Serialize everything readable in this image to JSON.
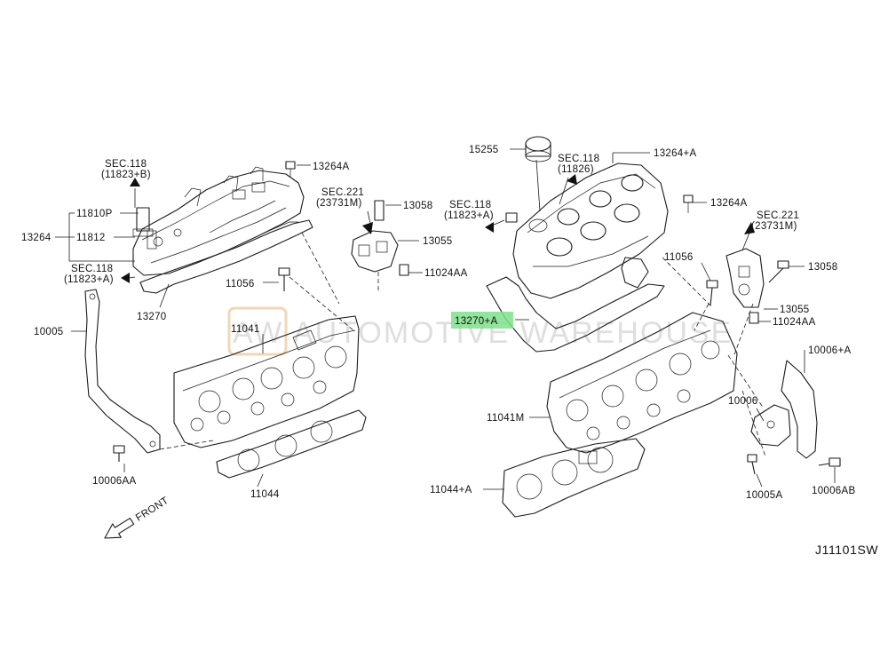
{
  "watermark": {
    "text": "AUTOMOTIVE WAREHOUSE",
    "logo_letters": "AW"
  },
  "diagram_id": "J11101SW",
  "front_label": "FRONT",
  "highlight_color": "#7ee08b",
  "labels": {
    "sec118_b_1": "SEC.118",
    "sec118_b_2": "(11823+B)",
    "p13264A_left": "13264A",
    "p11810P": "11810P",
    "p13264_left": "13264",
    "p11812": "11812",
    "sec118_a_left_1": "SEC.118",
    "sec118_a_left_2": "(11823+A)",
    "p13270": "13270",
    "p10005": "10005",
    "p11056_left": "11056",
    "p11041": "11041",
    "p10006AA": "10006AA",
    "p11044": "11044",
    "sec221_left_1": "SEC.221",
    "sec221_left_2": "(23731M)",
    "p13058_left": "13058",
    "p13055_left": "13055",
    "p11024AA_left": "11024AA",
    "p15255": "15255",
    "sec118_826_1": "SEC.118",
    "sec118_826_2": "(11826)",
    "p13264A_plus": "13264+A",
    "sec118_a_right_1": "SEC.118",
    "sec118_a_right_2": "(11823+A)",
    "p13264A_right": "13264A",
    "sec221_right_1": "SEC.221",
    "sec221_right_2": "(23731M)",
    "p11056_right": "11056",
    "p13058_right": "13058",
    "p13270A": "13270+A",
    "p13055_right": "13055",
    "p11024AA_right": "11024AA",
    "p10006A": "10006+A",
    "p10006": "10006",
    "p11041M": "11041M",
    "p11044A": "11044+A",
    "p10005A": "10005A",
    "p10006AB": "10006AB"
  }
}
